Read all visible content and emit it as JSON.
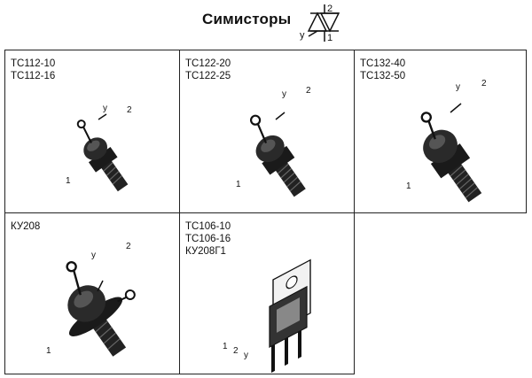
{
  "title": "Симисторы",
  "symbol_labels": {
    "gate": "у",
    "top": "2",
    "bottom": "1"
  },
  "cells": [
    {
      "lines": [
        "ТС112-10",
        "ТС112-16"
      ],
      "pins": [
        "у",
        "2",
        "1"
      ]
    },
    {
      "lines": [
        "ТС122-20",
        "ТС122-25"
      ],
      "pins": [
        "у",
        "2",
        "1"
      ]
    },
    {
      "lines": [
        "ТС132-40",
        "ТС132-50"
      ],
      "pins": [
        "у",
        "2",
        "1"
      ]
    },
    {
      "lines": [
        "КУ208"
      ],
      "pins": [
        "у",
        "2",
        "1"
      ]
    },
    {
      "lines": [
        "ТС106-10",
        "ТС106-16",
        "КУ208Г1"
      ],
      "pins": [
        "1",
        "2",
        "у"
      ]
    }
  ]
}
